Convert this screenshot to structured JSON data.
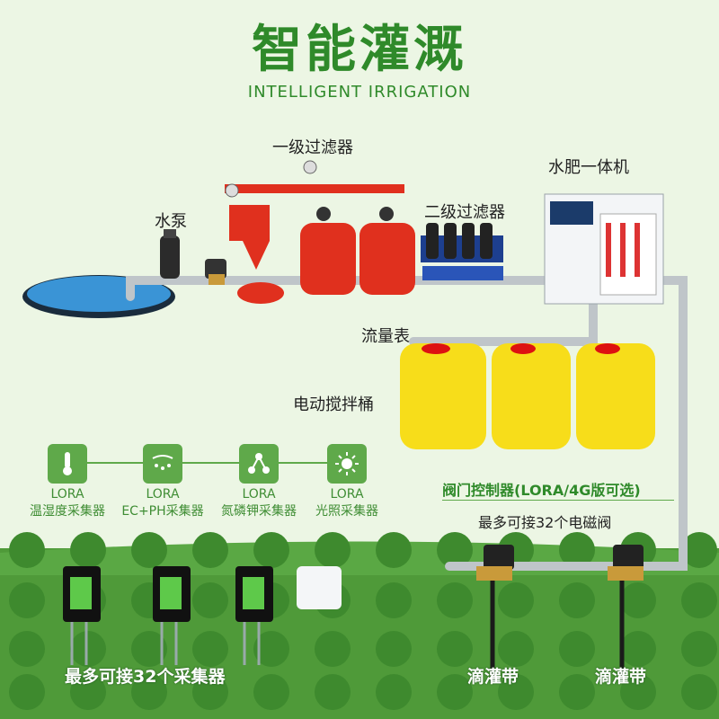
{
  "header": {
    "title": "智能灌溉",
    "subtitle": "INTELLIGENT IRRIGATION"
  },
  "equipment": {
    "pump": "水泵",
    "primary_filter": "一级过滤器",
    "secondary_filter": "二级过滤器",
    "fertigation_machine": "水肥一体机",
    "flow_meter": "流量表",
    "mixing_tank": "电动搅拌桶"
  },
  "sensors": [
    {
      "type": "LORA",
      "name": "温湿度采集器",
      "icon": "thermometer-icon"
    },
    {
      "type": "LORA",
      "name": "EC+PH采集器",
      "icon": "water-drops-icon"
    },
    {
      "type": "LORA",
      "name": "氮磷钾采集器",
      "icon": "molecule-icon"
    },
    {
      "type": "LORA",
      "name": "光照采集器",
      "icon": "sun-icon"
    }
  ],
  "valves": {
    "controller": "阀门控制器(LORA/4G版可选)",
    "max": "最多可接32个电磁阀"
  },
  "field": {
    "collectors_max": "最多可接32个采集器",
    "drip_left": "滴灌带",
    "drip_right": "滴灌带"
  },
  "colors": {
    "brand_green": "#2f8a2a",
    "sensor_green": "#5fa94a",
    "field_green": "#4f9a39",
    "tank_yellow": "#f7dd1a",
    "filter_red": "#e0301e"
  }
}
